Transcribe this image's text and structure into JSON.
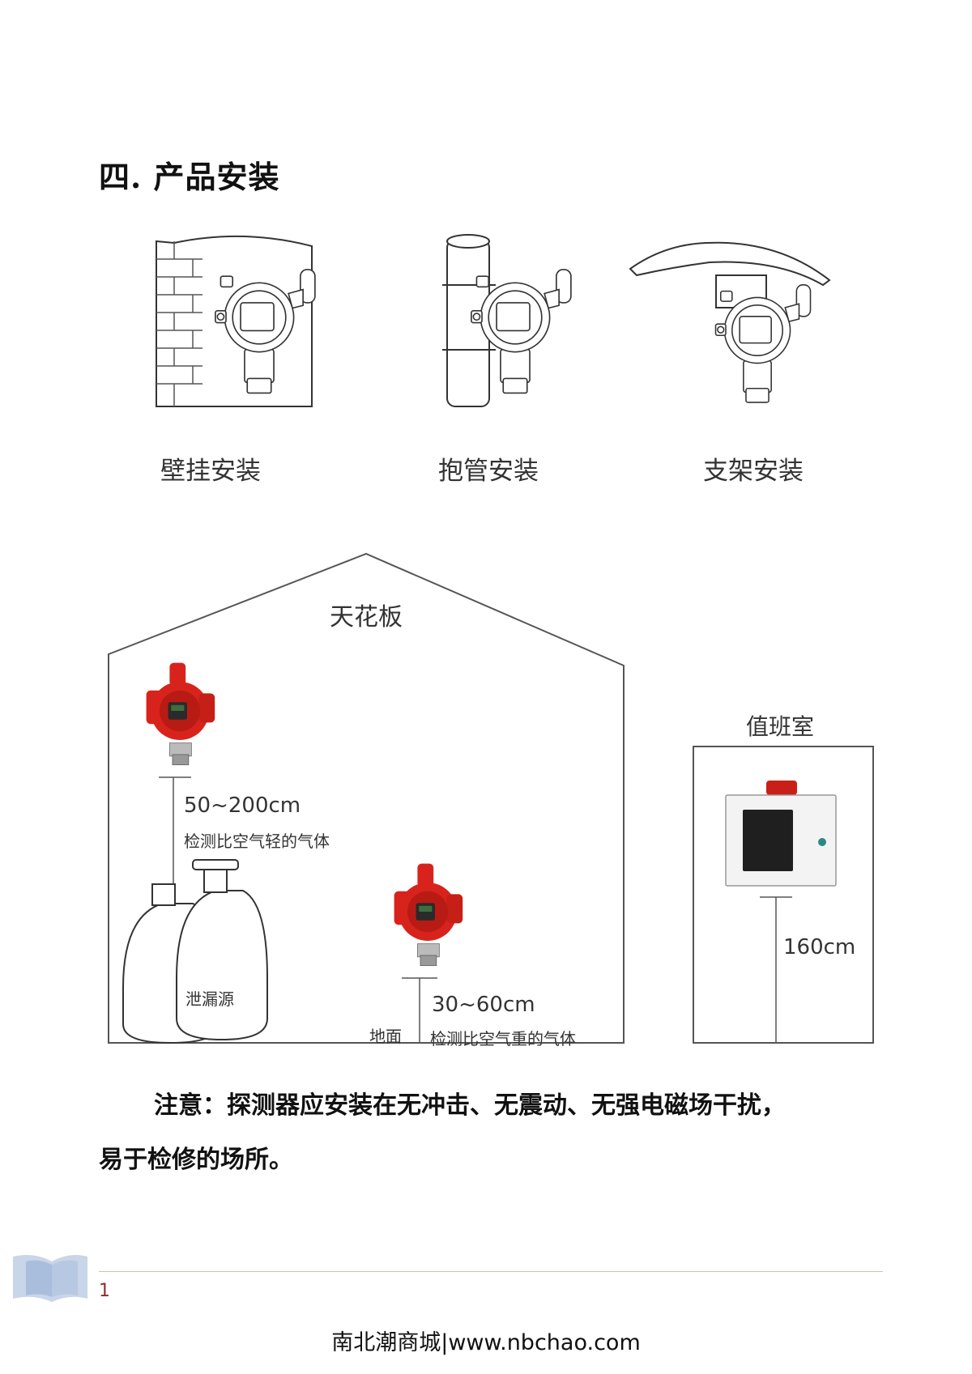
{
  "section": {
    "title": "四. 产品安装"
  },
  "install_methods": [
    {
      "label": "壁挂安装",
      "icon": "wall-mount-detector-illustration"
    },
    {
      "label": "抱管安装",
      "icon": "pipe-mount-detector-illustration"
    },
    {
      "label": "支架安装",
      "icon": "bracket-mount-detector-illustration"
    }
  ],
  "room": {
    "ceiling_label": "天花板",
    "upper_detector": {
      "height": "50~200cm",
      "note": "检测比空气轻的气体"
    },
    "leak_label": "泄漏源",
    "floor_label": "地面",
    "lower_detector": {
      "height": "30~60cm",
      "note": "检测比空气重的气体"
    }
  },
  "duty_room": {
    "label": "值班室",
    "height": "160cm"
  },
  "notice": {
    "line1": "注意：探测器应安装在无冲击、无震动、无强电磁场干扰，",
    "line2": "易于检修的场所。"
  },
  "footer": {
    "page_number": "1",
    "site": "南北潮商城|www.nbchao.com"
  },
  "colors": {
    "detector_red": "#d8231c",
    "page_number": "#8b2c2c",
    "rule": "#c9c3b6"
  }
}
